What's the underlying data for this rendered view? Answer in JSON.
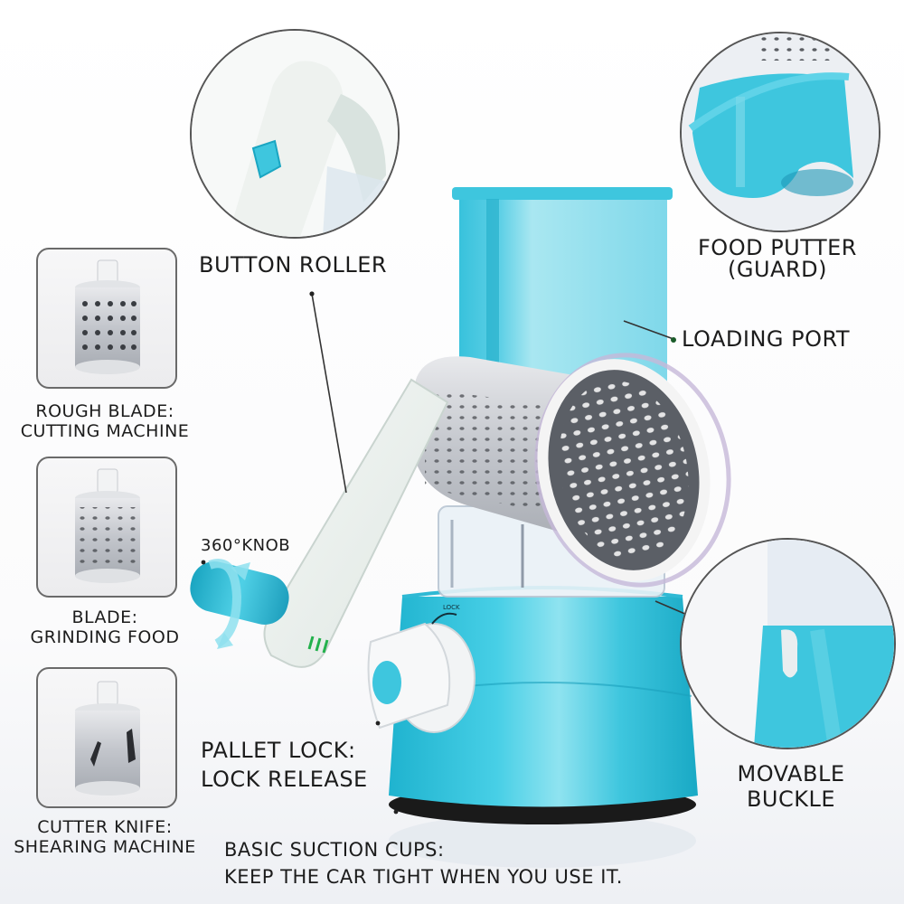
{
  "colors": {
    "accent_blue": "#3cc4dc",
    "accent_blue_dark": "#1aa6c2",
    "white_plastic": "#eef3f1",
    "steel": "#c9ccd1",
    "text": "#1c1c1c",
    "leader_line": "#333333",
    "grip_green": "#22b14c"
  },
  "product": {
    "name": "rotary drum grater",
    "lock_embossed_text": "LOCK"
  },
  "blade_options": [
    {
      "icon": "coarse-grater-drum-icon",
      "title": "ROUGH BLADE:",
      "subtitle": "CUTTING MACHINE"
    },
    {
      "icon": "fine-grater-drum-icon",
      "title": "BLADE:",
      "subtitle": "GRINDING FOOD"
    },
    {
      "icon": "slicer-drum-icon",
      "title": "CUTTER KNIFE:",
      "subtitle": "SHEARING MACHINE"
    }
  ],
  "callouts": {
    "button_roller": {
      "label": "BUTTON ROLLER"
    },
    "food_putter": {
      "line1": "FOOD PUTTER",
      "line2": "(GUARD)"
    },
    "loading_port": {
      "label": "LOADING PORT"
    },
    "knob": {
      "label": "360°KNOB"
    },
    "movable_buckle": {
      "line1": "MOVABLE",
      "line2": "BUCKLE"
    },
    "pallet_lock": {
      "line1": "PALLET LOCK:",
      "line2": "LOCK RELEASE"
    },
    "suction_cups": {
      "line1": "BASIC SUCTION CUPS:",
      "line2": "KEEP THE CAR TIGHT WHEN YOU USE IT."
    }
  }
}
